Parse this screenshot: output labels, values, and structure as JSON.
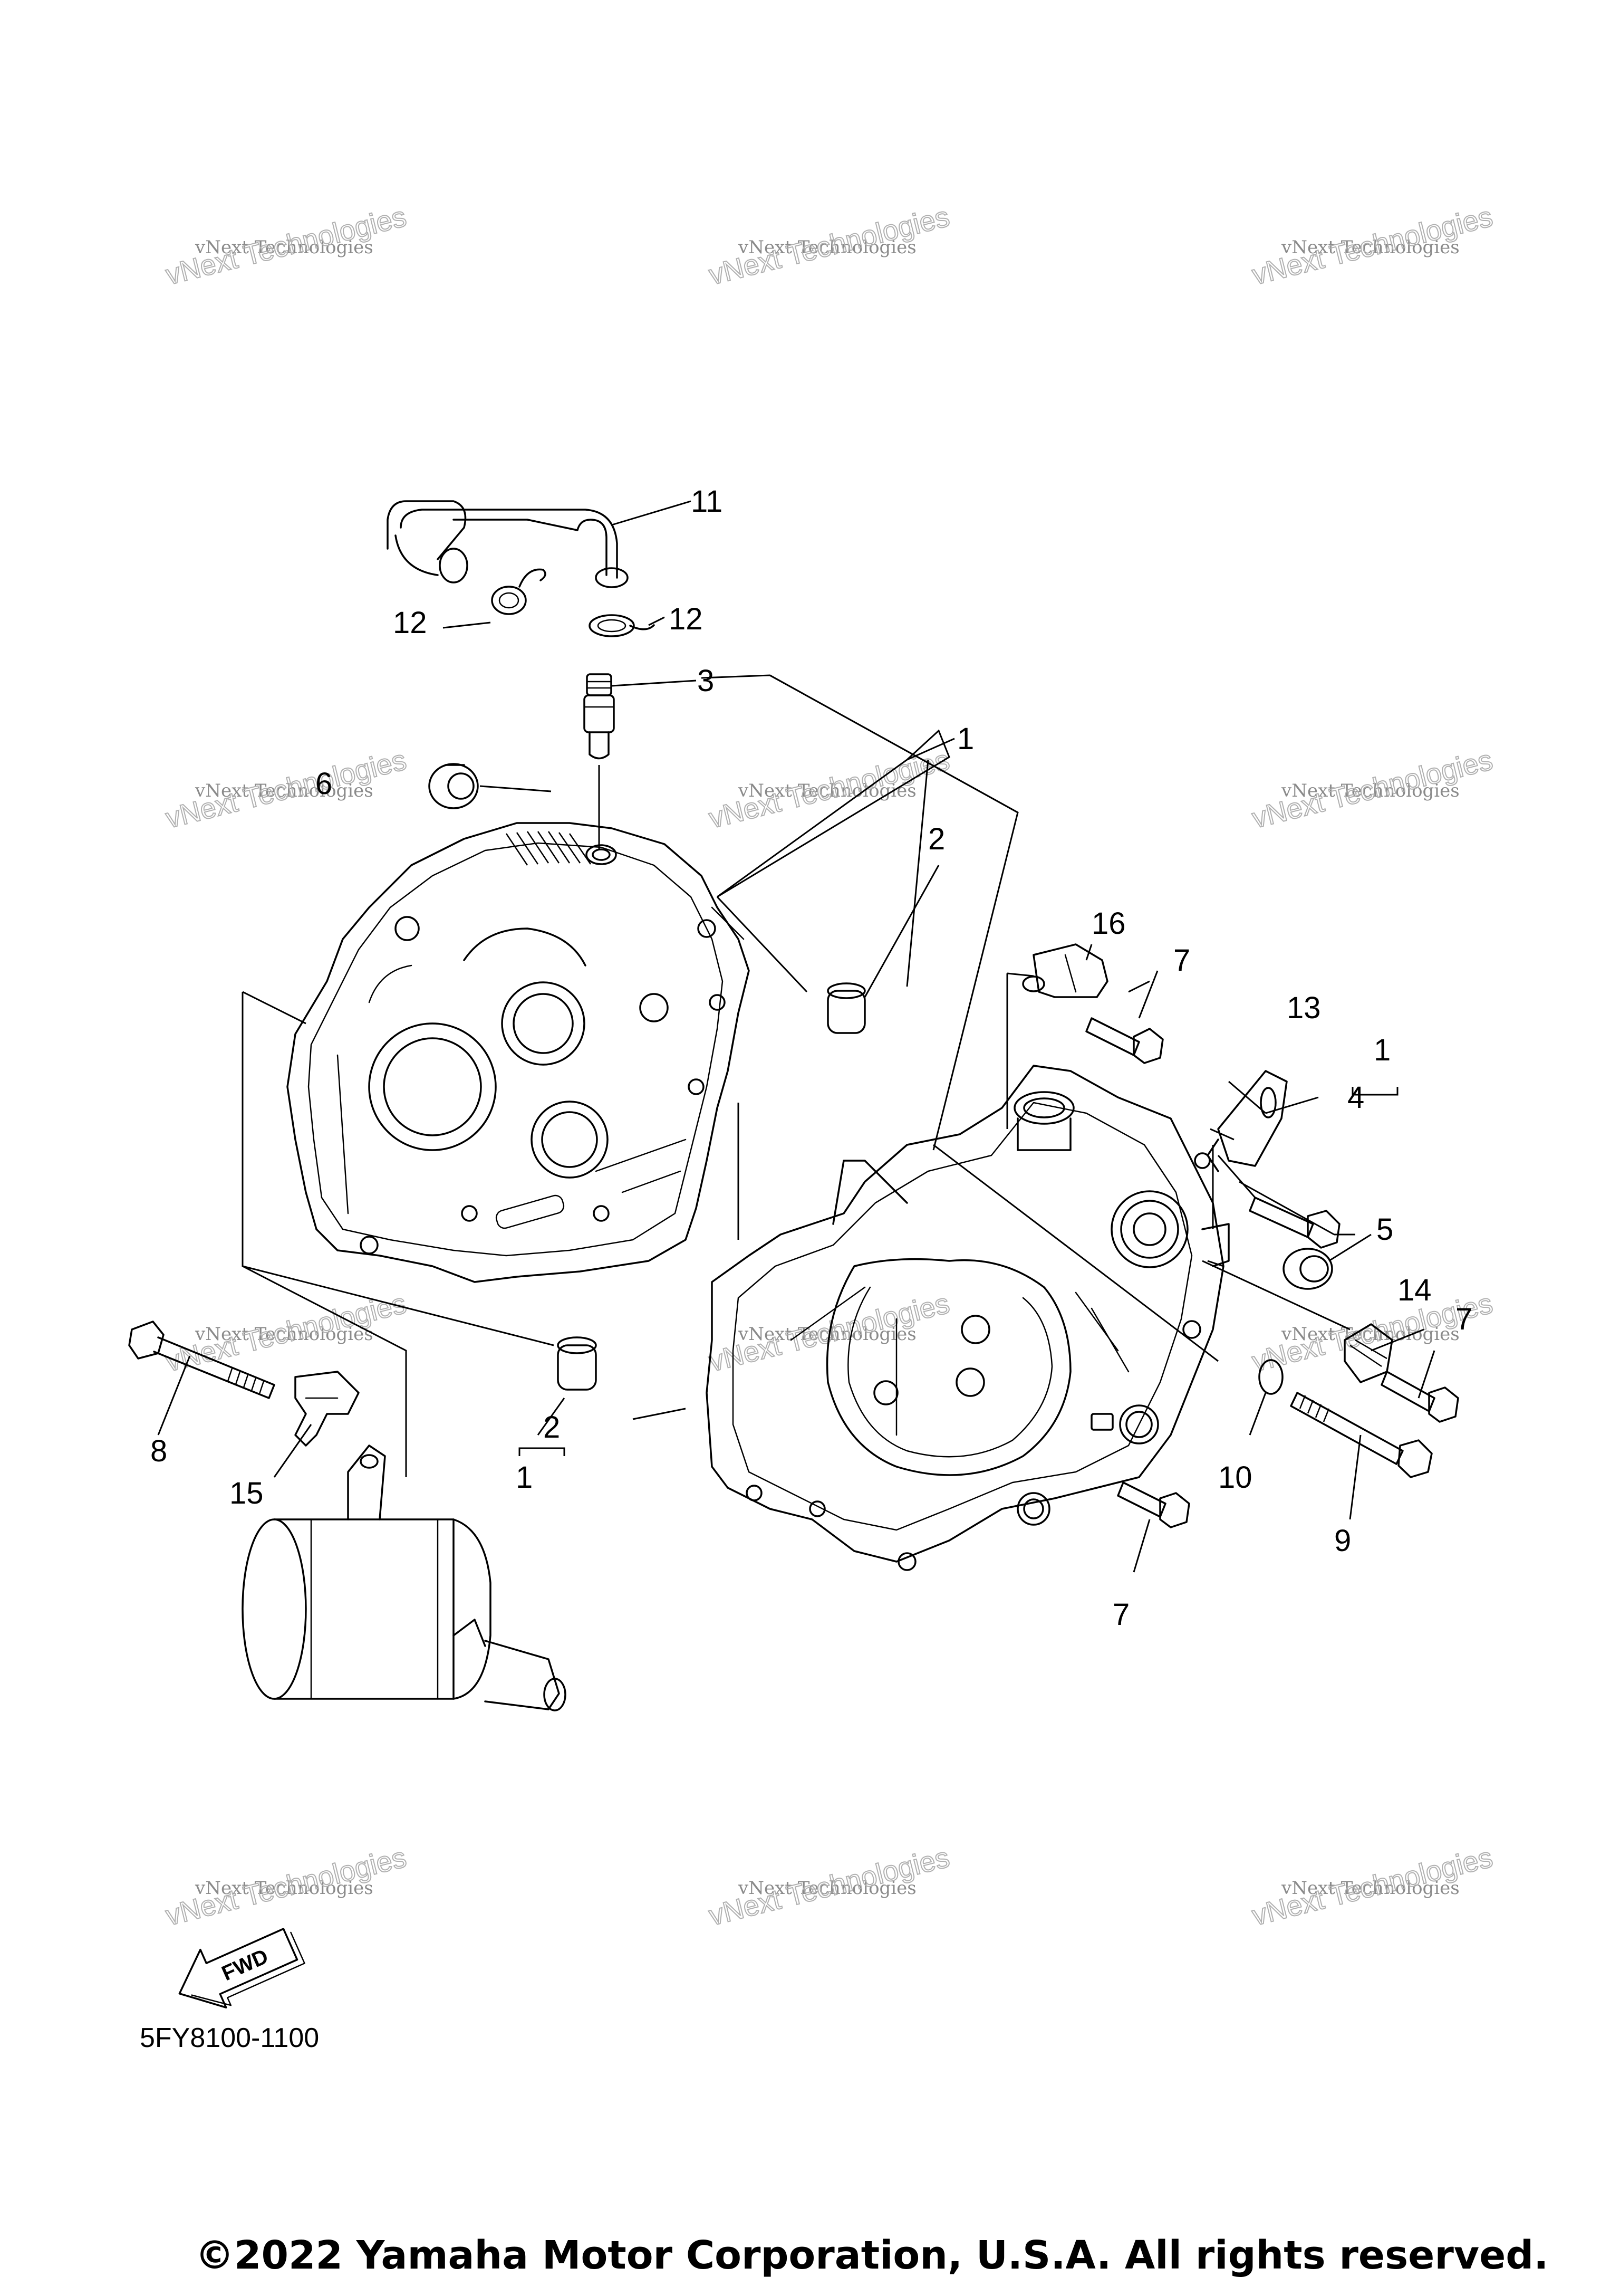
{
  "diagram": {
    "drawing_code": "5FY8100-1100",
    "copyright": "©2022 Yamaha Motor Corporation, U.S.A. All rights reserved.",
    "fwd_label": "FWD",
    "watermark": {
      "line1": "vNext Technologies",
      "line2": "vNext Technologies"
    },
    "callouts": {
      "c1_top": "1",
      "c1_right": "1",
      "c1_left": "1",
      "c2_top": "2",
      "c2_bottom": "2",
      "c3": "3",
      "c4": "4",
      "c5": "5",
      "c6": "6",
      "c7_upper": "7",
      "c7_right": "7",
      "c7_lower": "7",
      "c8": "8",
      "c9": "9",
      "c10": "10",
      "c11": "11",
      "c12_left": "12",
      "c12_right": "12",
      "c13": "13",
      "c14": "14",
      "c15": "15",
      "c16": "16"
    }
  }
}
